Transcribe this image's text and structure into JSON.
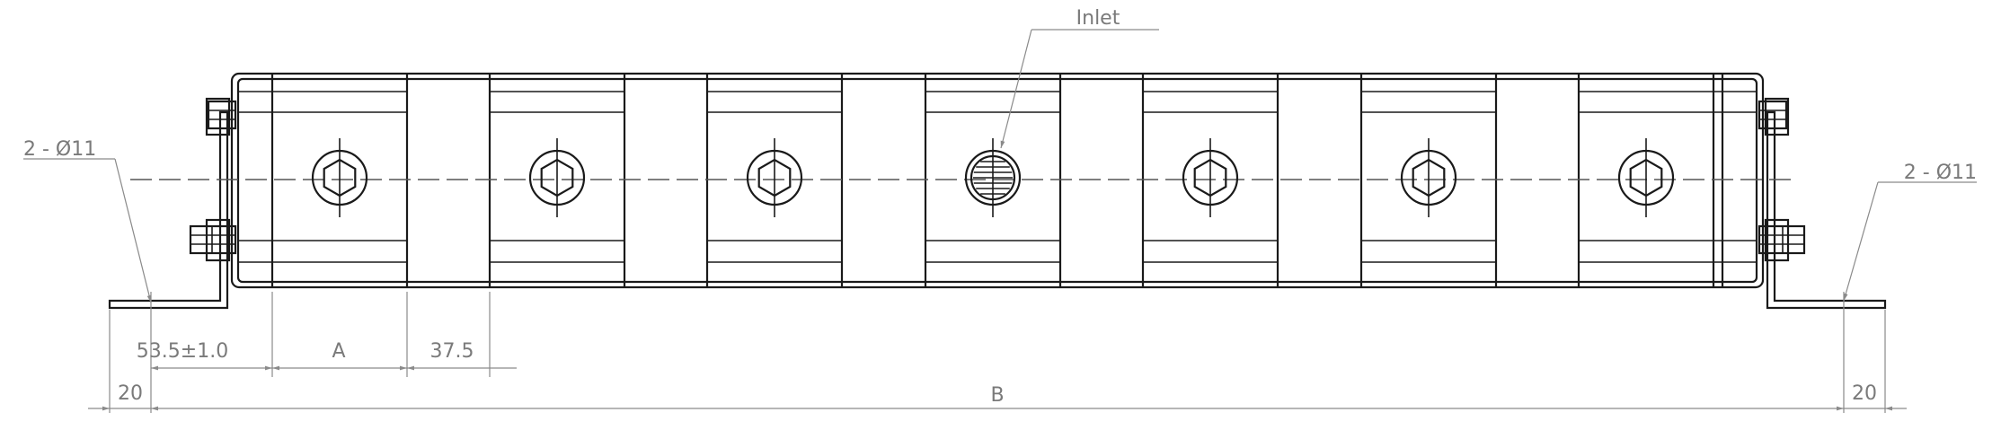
{
  "labels": {
    "inlet": "Inlet",
    "hole_left": "2 - Ø11",
    "hole_right": "2 - Ø11",
    "dim_left_end": "20",
    "dim_first": "53.5±1.0",
    "dim_a": "A",
    "dim_gap": "37.5",
    "dim_b": "B",
    "dim_right_end": "20"
  },
  "colors": {
    "face": "#e6f3fb",
    "line": "#1a1a1a",
    "dimension": "#8a8a8a"
  }
}
